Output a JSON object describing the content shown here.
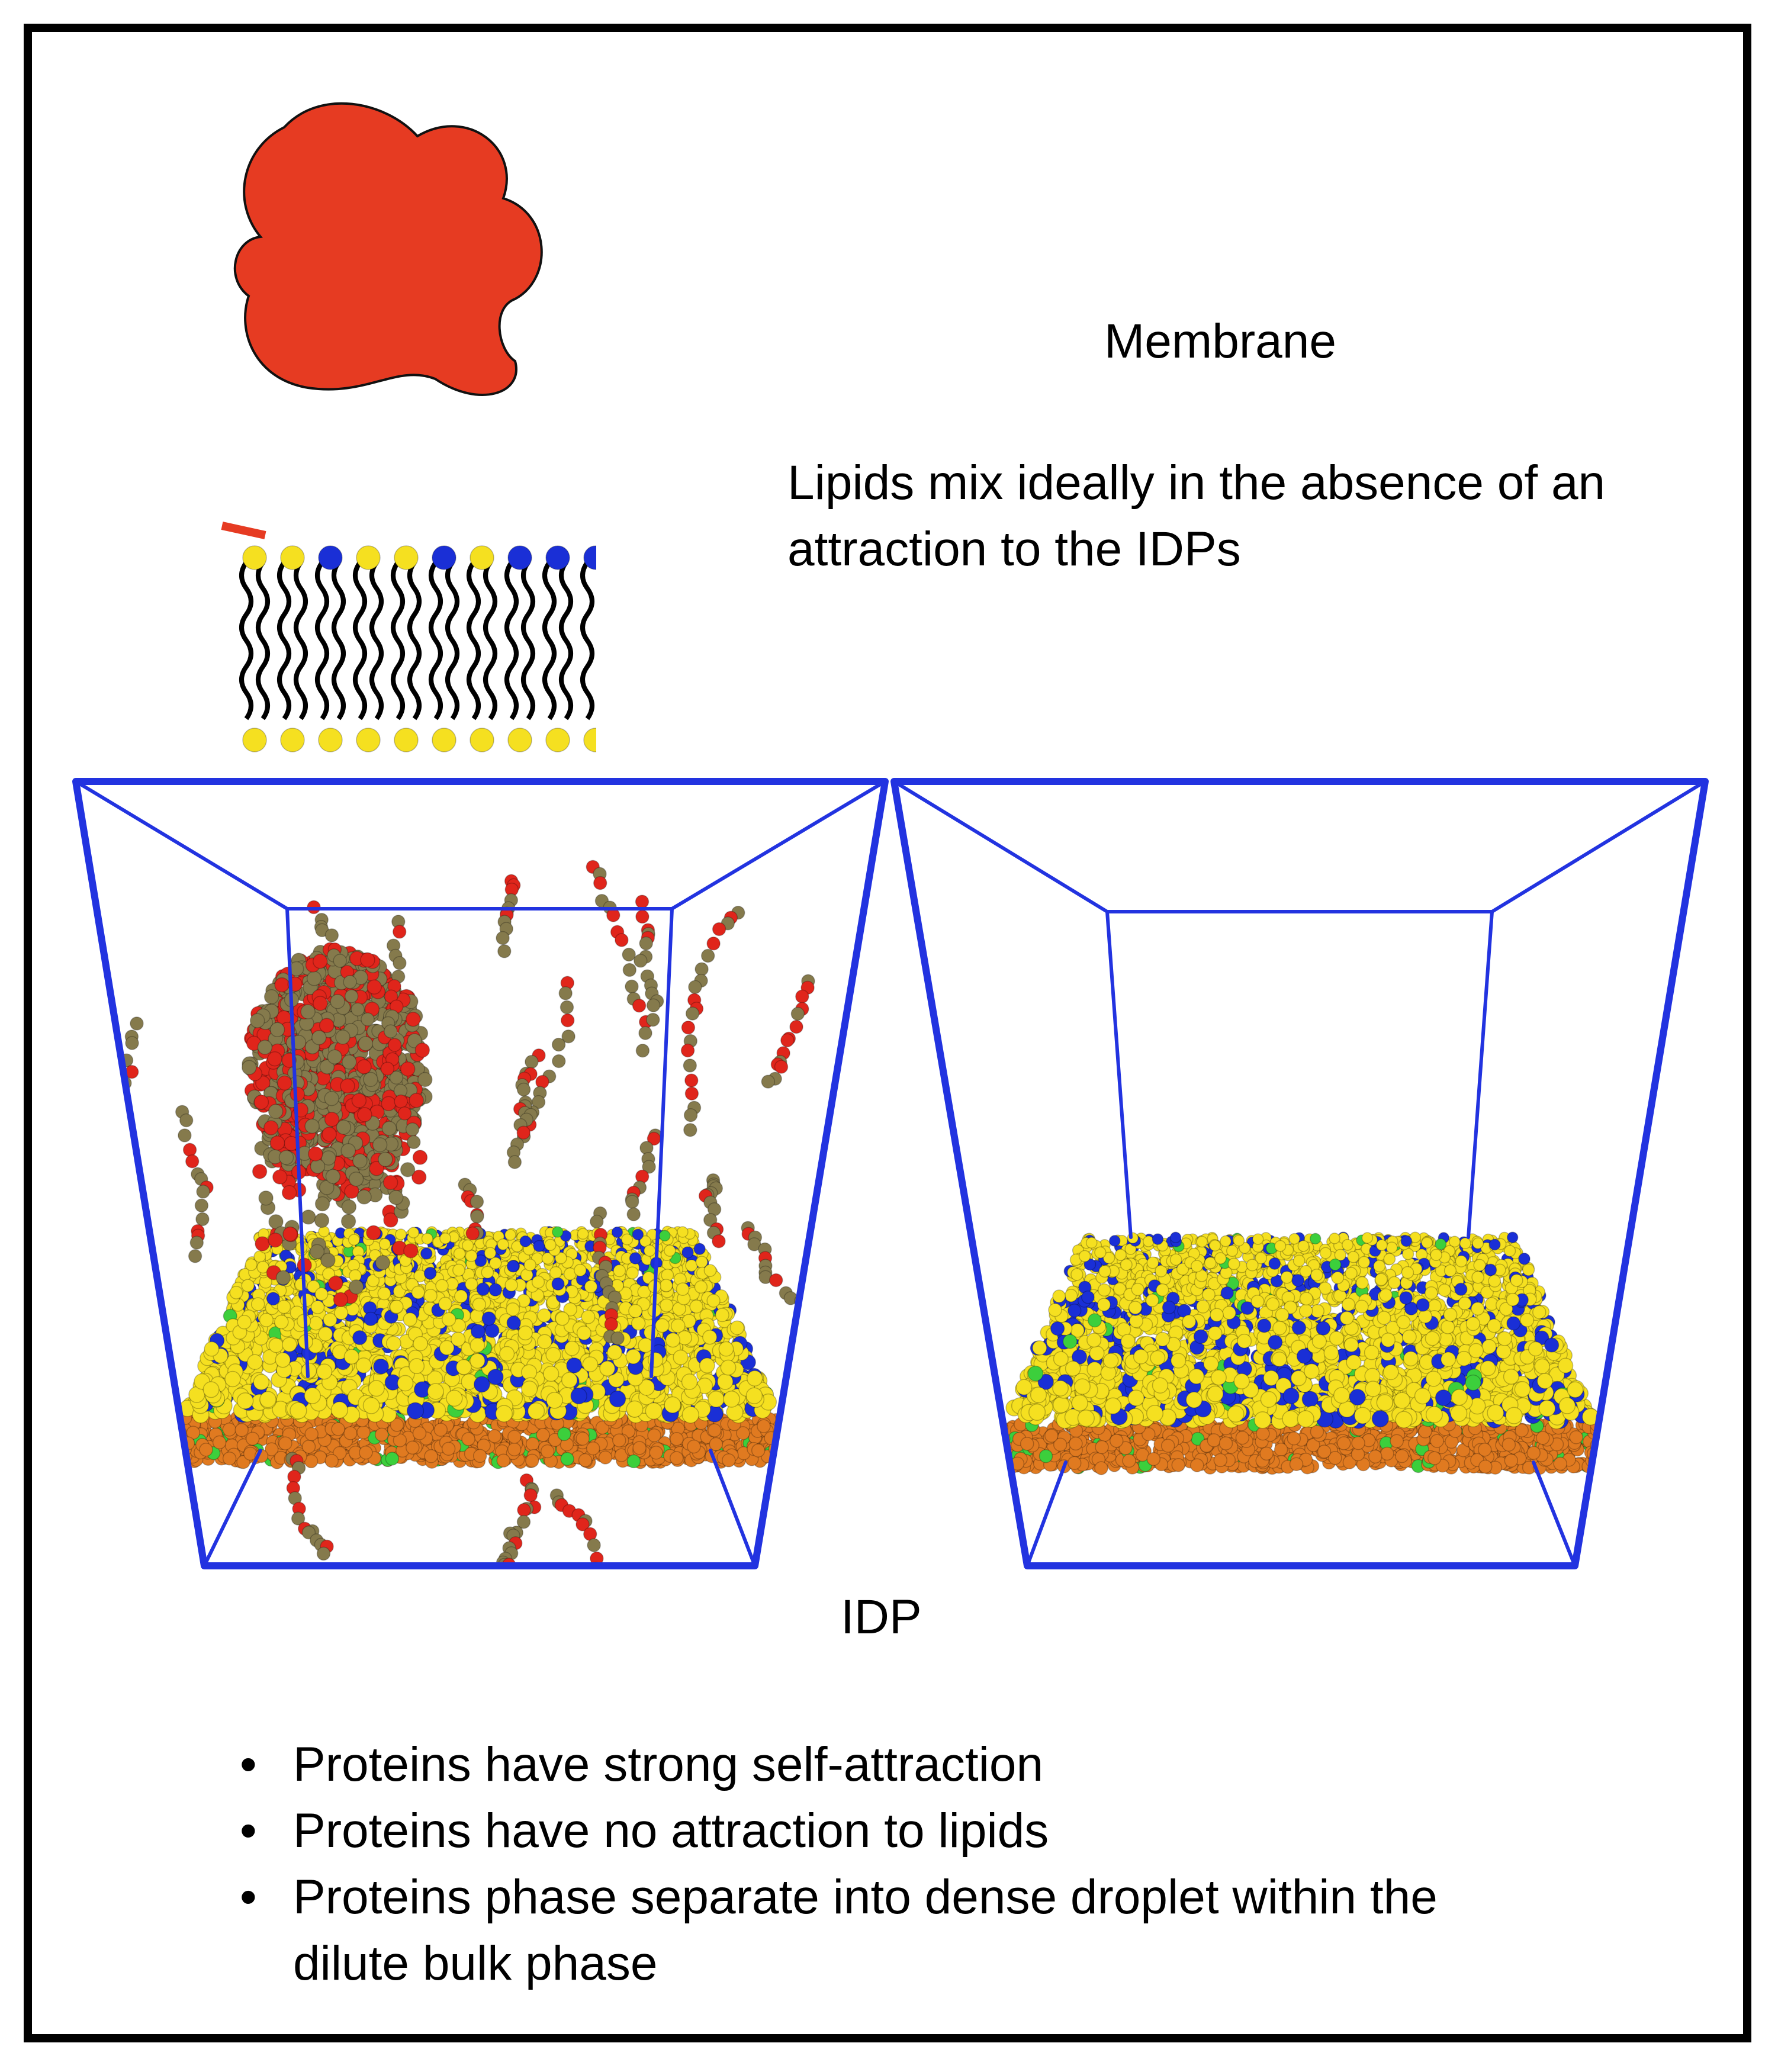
{
  "labels": {
    "membrane": "Membrane",
    "lipid_description": "Lipids mix ideally in the absence of an attraction to the IDPs",
    "idp": "IDP"
  },
  "bullets": [
    "Proteins have strong self-attraction",
    "Proteins have no attraction to lipids",
    "Proteins phase separate into dense droplet within the dilute bulk phase"
  ],
  "colors": {
    "protein_blob": "#e63b22",
    "box_edges": "#2233e0",
    "lipid_head_yellow": "#f5e020",
    "lipid_head_blue": "#1a2fd6",
    "lipid_tail_orange": "#e07a20",
    "lipid_green": "#3ccf3c",
    "idp_chain_olive": "#857a4c",
    "idp_bead_red": "#e0251b"
  },
  "panels": [
    {
      "name": "with-idp",
      "contains_idp_droplet": true
    },
    {
      "name": "membrane-only",
      "contains_idp_droplet": false
    }
  ]
}
